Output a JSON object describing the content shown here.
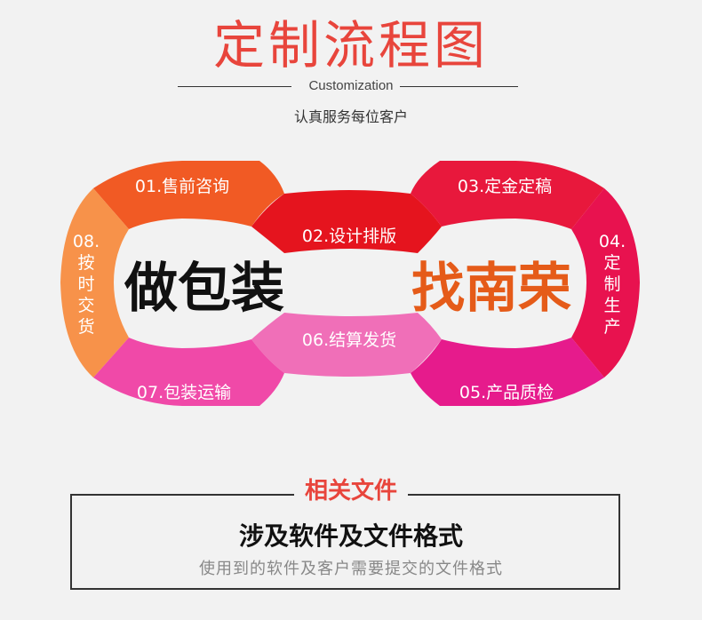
{
  "header": {
    "title": "定制流程图",
    "subtitle_en": "Customization",
    "tagline": "认真服务每位客户"
  },
  "steps": [
    {
      "label": "01.售前咨询",
      "color": "#f15a24"
    },
    {
      "label": "02.设计排版",
      "color": "#e5141e"
    },
    {
      "label": "03.定金定稿",
      "color": "#e8183c"
    },
    {
      "label": "04.定制生产",
      "color": "#e8124f"
    },
    {
      "label": "05.产品质检",
      "color": "#e61b8c"
    },
    {
      "label": "06.结算发货",
      "color": "#f06fb8"
    },
    {
      "label": "07.包装运输",
      "color": "#f049a8"
    },
    {
      "label": "08.按时交货",
      "color": "#f7924a"
    }
  ],
  "center": {
    "left_text": "做包装",
    "right_text": "找南荣"
  },
  "files_section": {
    "heading": "相关文件",
    "main": "涉及软件及文件格式",
    "description": "使用到的软件及客户需要提交的文件格式"
  }
}
